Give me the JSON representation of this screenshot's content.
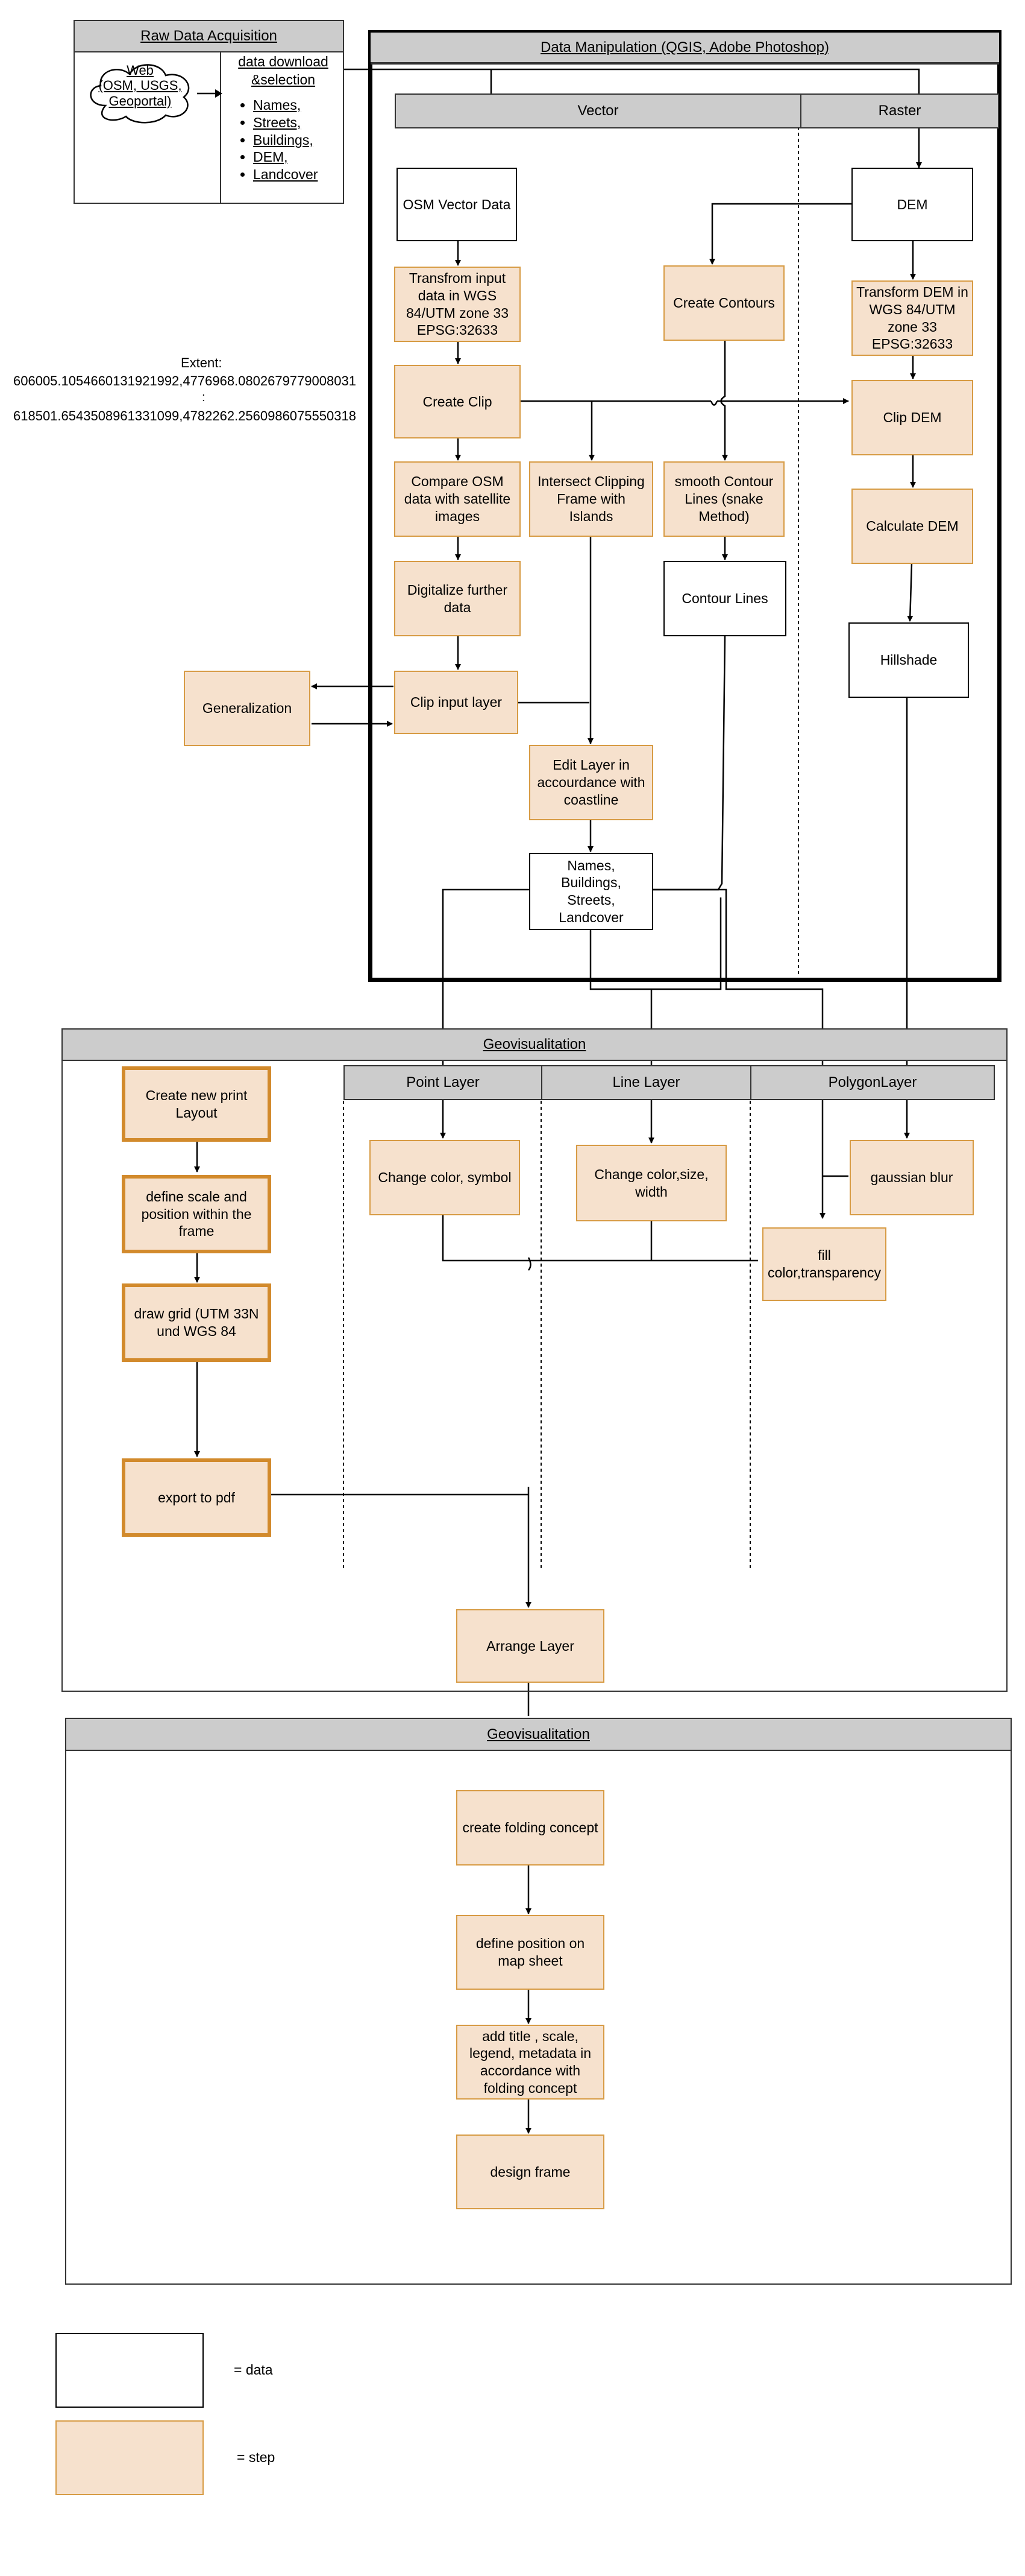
{
  "raw": {
    "title": "Raw Data Acquisition",
    "web_cloud": "Web\n(OSM, USGS,\nGeoportal)",
    "download_label": "data download\n&selection",
    "items": [
      "Names,",
      "Streets,",
      "Buildings,",
      "DEM,",
      "Landcover"
    ]
  },
  "manip": {
    "title": "Data Manipulation (QGIS, Adobe Photoshop)",
    "lane_vector": "Vector",
    "lane_raster": "Raster",
    "osm_vector": "OSM Vector Data",
    "transform_input": "Transfrom input data in WGS 84/UTM zone 33 EPSG:32633",
    "create_clip": "Create Clip",
    "compare_osm": "Compare OSM data with satellite images",
    "digitalize": "Digitalize further data",
    "clip_input": "Clip input layer",
    "generalization": "Generalization",
    "intersect": "Intersect Clipping Frame with Islands",
    "edit_layer": "Edit Layer in accourdance with coastline",
    "names_out": "Names,\nBuildings,\nStreets,\nLandcover",
    "create_contours": "Create Contours",
    "smooth_contours": "smooth Contour Lines (snake Method)",
    "contour_lines": "Contour Lines",
    "dem": "DEM",
    "transform_dem": "Transform DEM in WGS 84/UTM zone 33 EPSG:32633",
    "clip_dem": "Clip DEM",
    "calc_dem": "Calculate DEM",
    "hillshade": "Hillshade",
    "extent_label": "Extent:",
    "extent_line1": "606005.1054660131921992,4776968.0802679779008031",
    "extent_sep": ":",
    "extent_line2": "618501.6543508961331099,4782262.2560986075550318"
  },
  "geovis": {
    "title": "Geovisualitation",
    "lane_point": "Point Layer",
    "lane_line": "Line Layer",
    "lane_polygon": "PolygonLayer",
    "new_print": "Create new print Layout",
    "define_scale": "define scale and position within the frame",
    "draw_grid": "draw grid (UTM 33N und WGS 84",
    "export_pdf": "export to pdf",
    "point_style": "Change color, symbol",
    "line_style": "Change color,size, width",
    "gaussian": "gaussian blur",
    "fill": "fill color,transparency",
    "arrange": "Arrange Layer"
  },
  "geovis2": {
    "title": "Geovisualitation",
    "folding": "create folding concept",
    "position": "define position on map sheet",
    "add_title": "add title , scale, legend, metadata in accordance with folding concept",
    "design_frame": "design frame"
  },
  "legend": {
    "data_label": "= data",
    "step_label": "= step"
  },
  "colors": {
    "step_fill": "#f6e1cd",
    "step_border": "#d79b44",
    "header_fill": "#cccccc"
  }
}
